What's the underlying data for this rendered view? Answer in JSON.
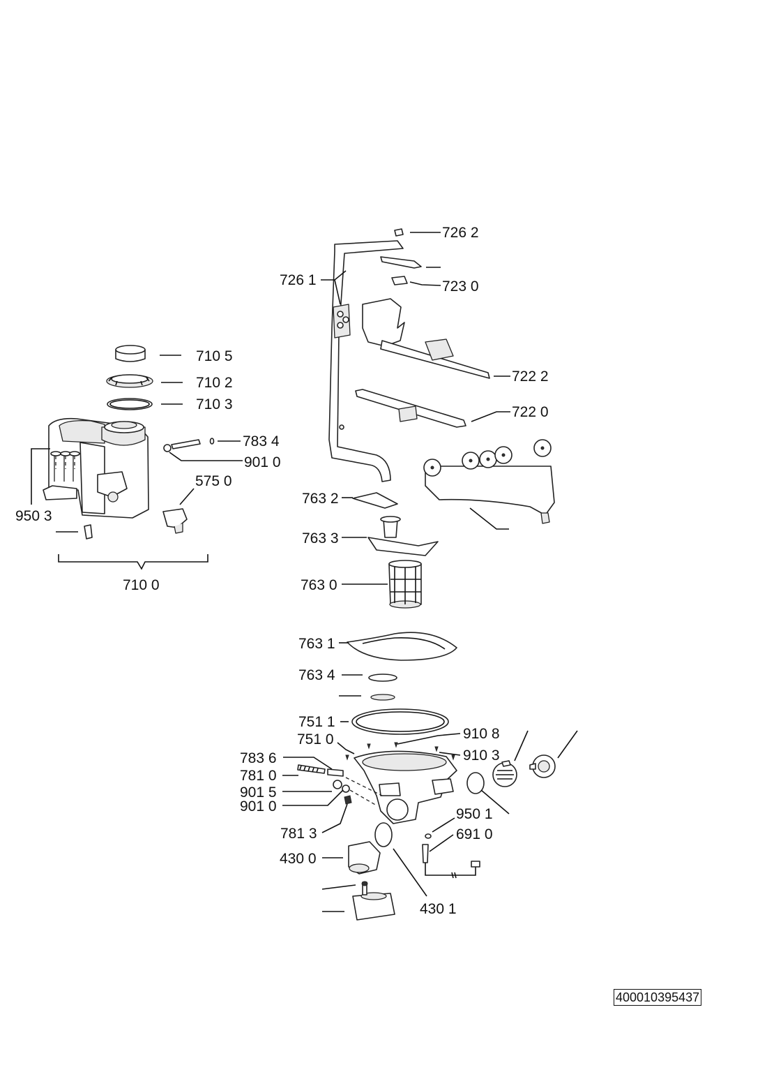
{
  "diagram": {
    "labels": {
      "l_7262": "726 2",
      "l_7261": "726 1",
      "l_7230": "723 0",
      "l_7222": "722 2",
      "l_7220": "722 0",
      "l_7105": "710 5",
      "l_7102": "710 2",
      "l_7103": "710 3",
      "l_7834": "783 4",
      "l_9010a": "901 0",
      "l_5750": "575 0",
      "l_9503": "950 3",
      "l_7100": "710 0",
      "l_7632": "763 2",
      "l_7633": "763 3",
      "l_7630": "763 0",
      "l_7631": "763 1",
      "l_7634": "763 4",
      "l_7511": "751 1",
      "l_7510": "751 0",
      "l_9108": "910 8",
      "l_9103": "910 3",
      "l_7836": "783 6",
      "l_7810": "781 0",
      "l_9015": "901 5",
      "l_9010b": "901 0",
      "l_7813": "781 3",
      "l_9501": "950 1",
      "l_6910": "691 0",
      "l_4300": "430 0",
      "l_4301": "430 1"
    }
  },
  "document_id": "400010395437"
}
